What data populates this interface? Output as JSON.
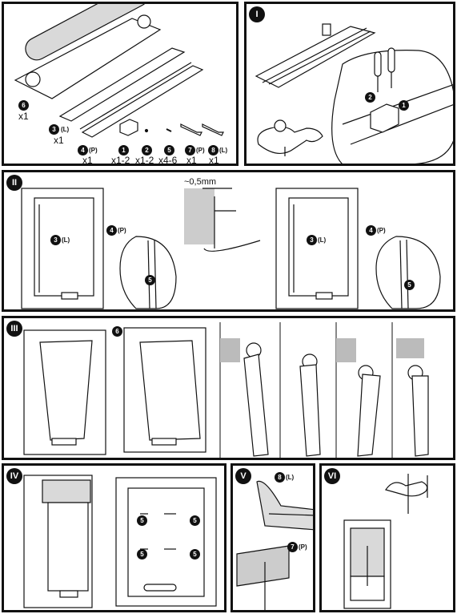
{
  "steps": {
    "s1": "I",
    "s2": "II",
    "s3": "III",
    "s4": "IV",
    "s5": "V",
    "s6": "VI"
  },
  "parts": [
    {
      "num": "6",
      "side": "",
      "qty": "x1"
    },
    {
      "num": "3",
      "side": "(L)",
      "qty": "x1"
    },
    {
      "num": "4",
      "side": "(P)",
      "qty": "x1"
    },
    {
      "num": "1",
      "side": "",
      "qty": "x1-2"
    },
    {
      "num": "2",
      "side": "",
      "qty": "x1-2"
    },
    {
      "num": "5",
      "side": "",
      "qty": "x4-6"
    },
    {
      "num": "7",
      "side": "(P)",
      "qty": "x1"
    },
    {
      "num": "8",
      "side": "(L)",
      "qty": "x1"
    }
  ],
  "dimension": "~0,5mm",
  "labels": {
    "l3": "3",
    "l4": "4",
    "l5": "5",
    "l6": "6",
    "l1": "1",
    "l2": "2",
    "l7": "7",
    "l8": "8",
    "sideL": "(L)",
    "sideP": "(P)"
  }
}
